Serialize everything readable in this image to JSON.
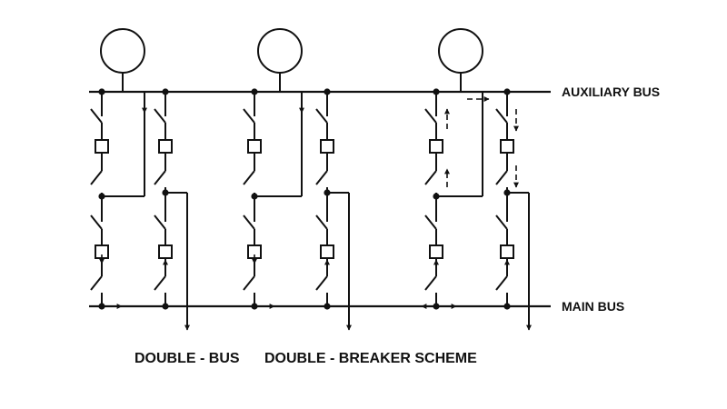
{
  "labels": {
    "auxiliary_bus": "AUXILIARY BUS",
    "main_bus": "MAIN BUS",
    "title_left": "DOUBLE - BUS",
    "title_right": "DOUBLE - BREAKER SCHEME"
  },
  "colors": {
    "line": "#111111",
    "background": "#ffffff"
  },
  "circuits": [
    {
      "name": "circuit-1",
      "has_generator": true,
      "flow": "solid"
    },
    {
      "name": "circuit-2",
      "has_generator": true,
      "flow": "solid"
    },
    {
      "name": "circuit-3",
      "has_generator": true,
      "flow": "dashed-transfer"
    }
  ]
}
